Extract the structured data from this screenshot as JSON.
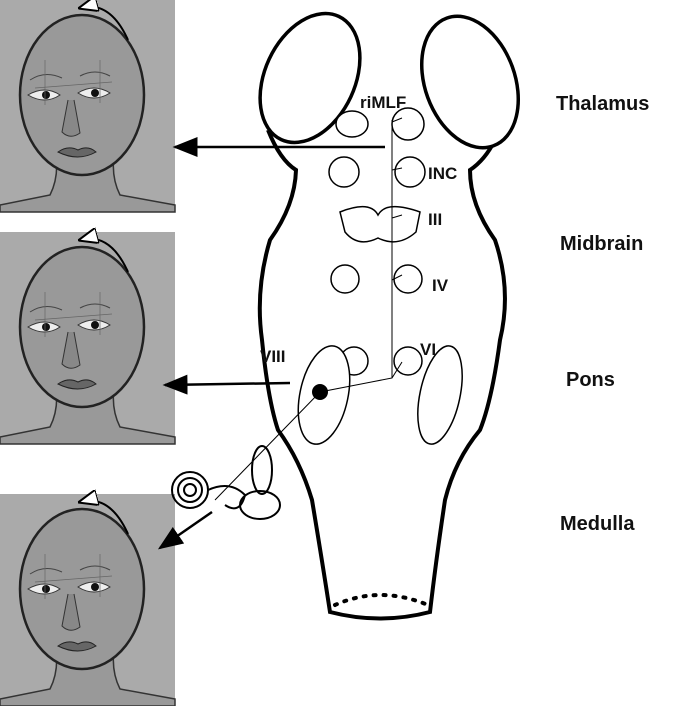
{
  "regions": {
    "thalamus": "Thalamus",
    "midbrain": "Midbrain",
    "pons": "Pons",
    "medulla": "Medulla"
  },
  "nuclei": {
    "rimlf": "riMLF",
    "inc": "INC",
    "iii": "III",
    "iv": "IV",
    "vi": "VI",
    "viii": "VIII"
  },
  "colors": {
    "face_fill": "#999999",
    "panel_fill": "#a8a8a8",
    "stroke": "#000000"
  }
}
